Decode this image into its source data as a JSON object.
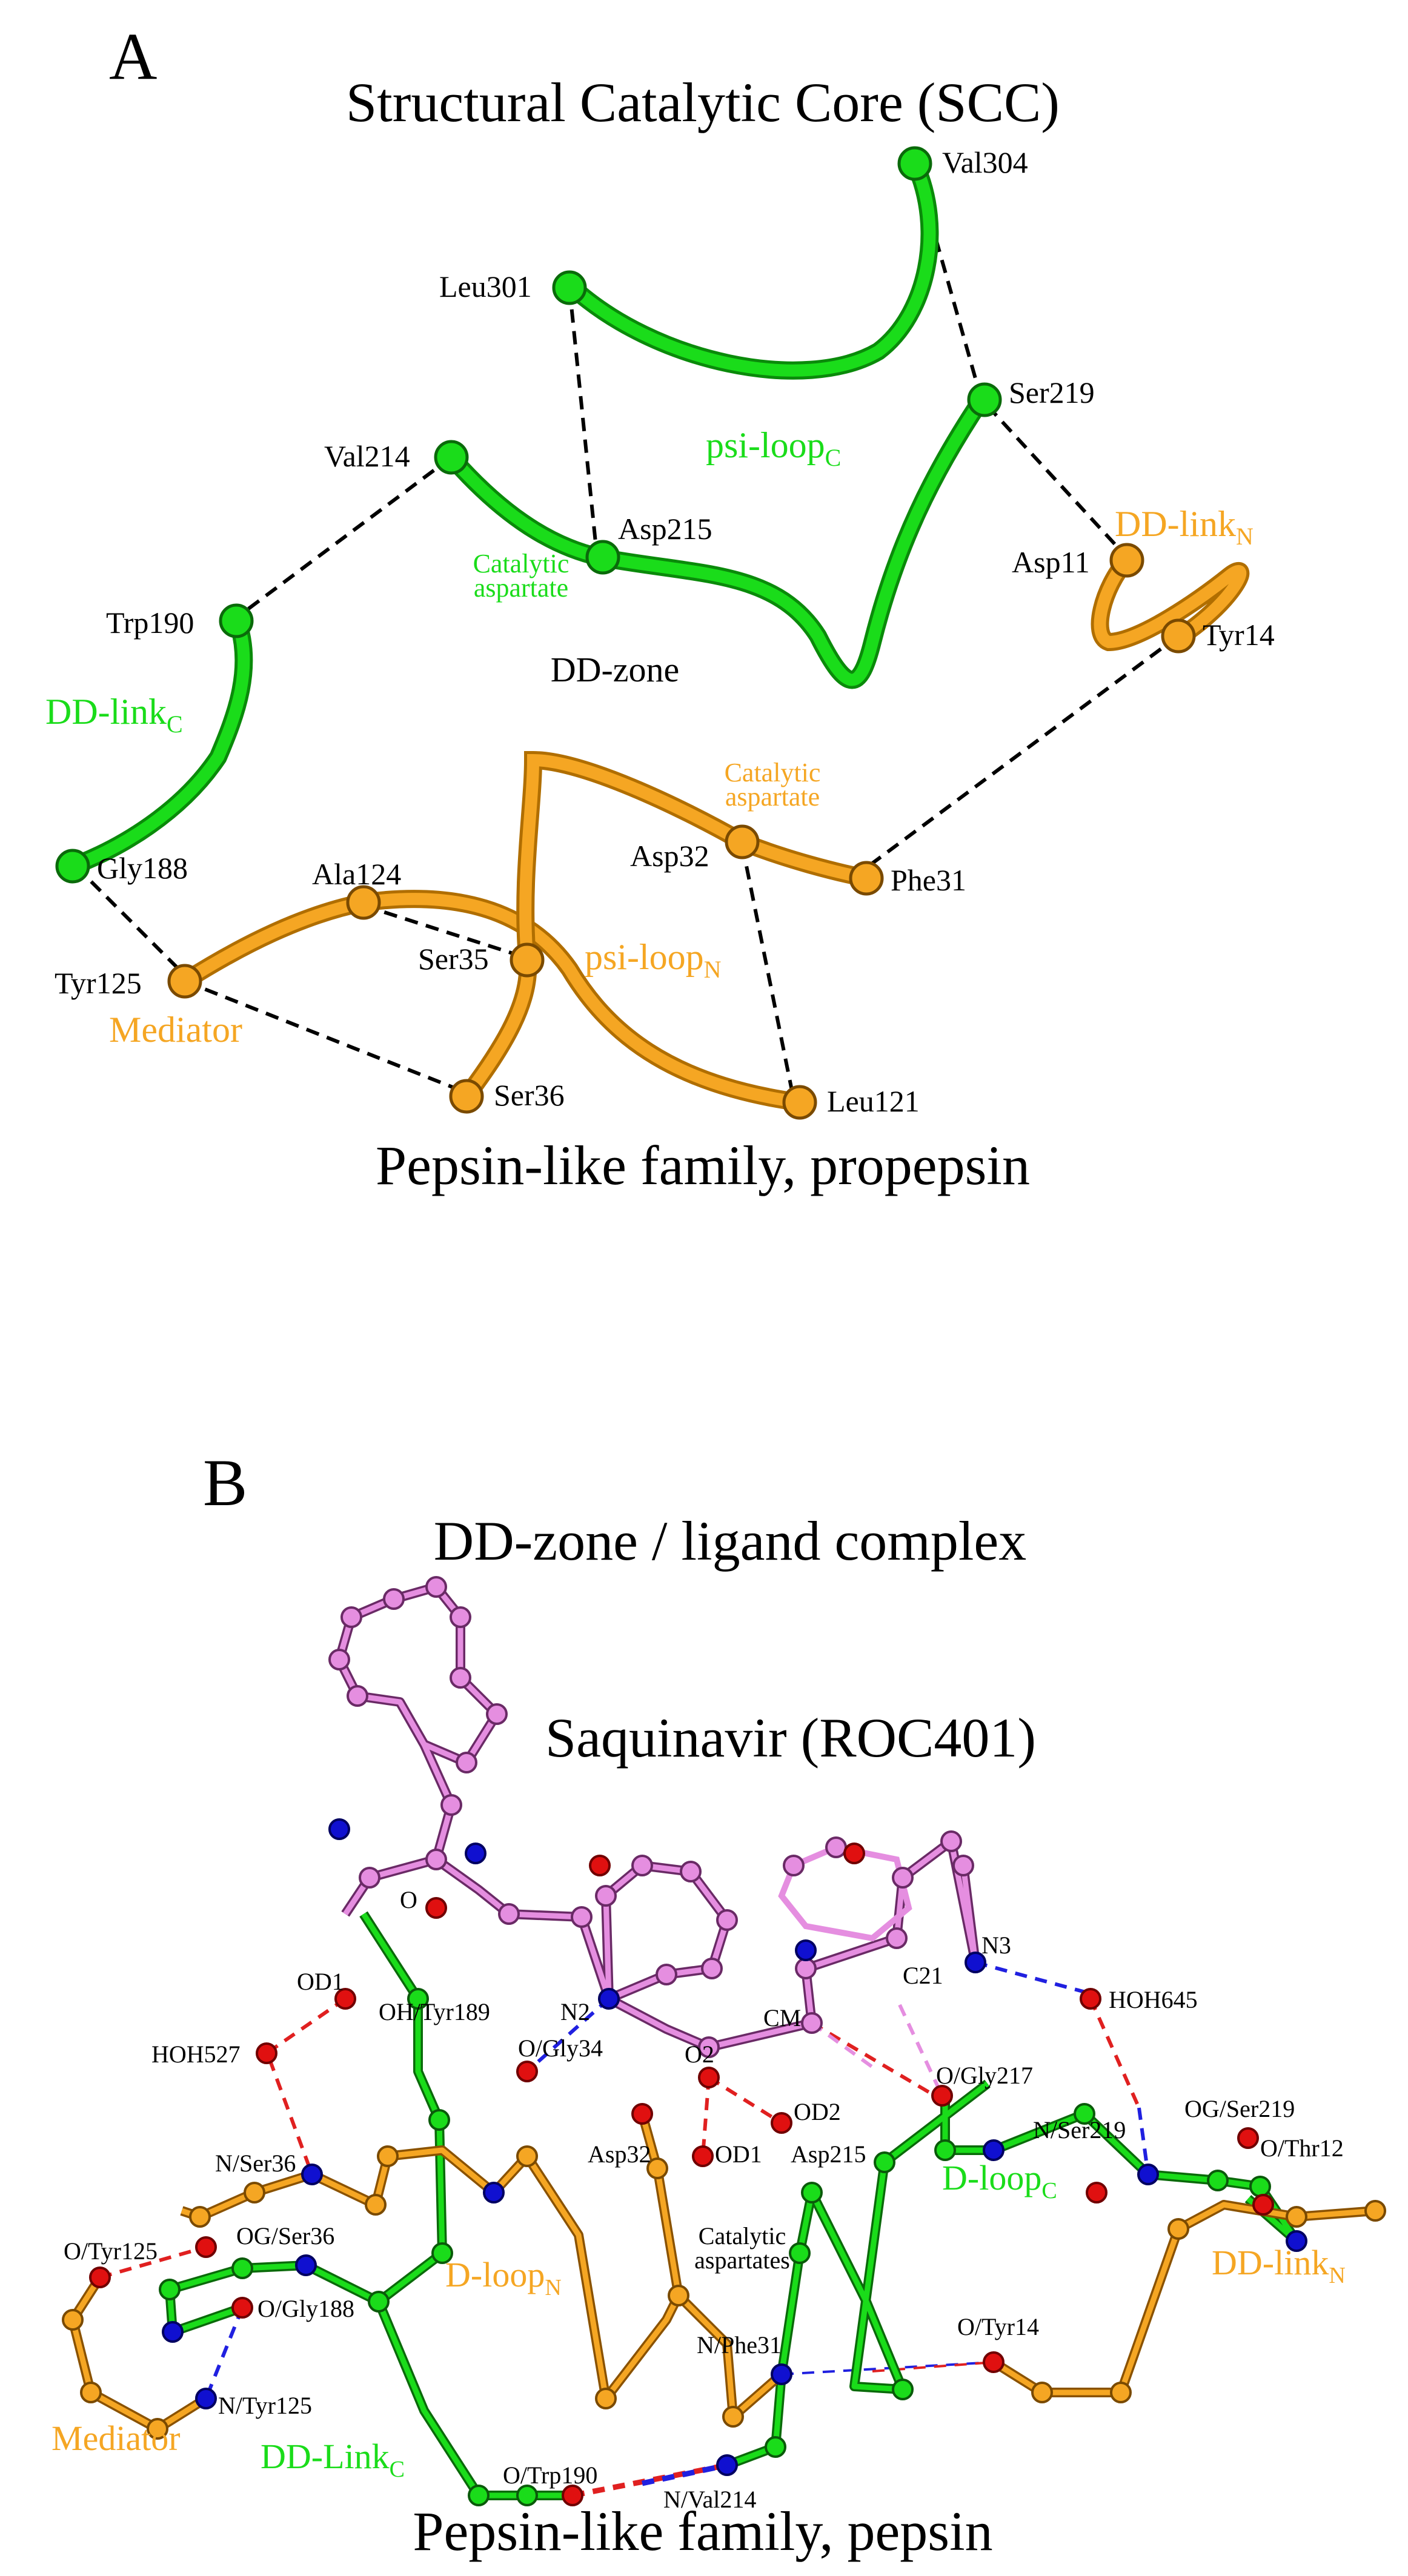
{
  "panel_a": {
    "letter": "A",
    "title": "Structural Catalytic Core (SCC)",
    "subtitle": "Pepsin-like family, propepsin",
    "center_label": "DD-zone",
    "region_labels": {
      "psi_loop_c": "psi-loop",
      "psi_loop_c_sub": "C",
      "psi_loop_n": "psi-loop",
      "psi_loop_n_sub": "N",
      "dd_link_n": "DD-link",
      "dd_link_n_sub": "N",
      "dd_link_c": "DD-link",
      "dd_link_c_sub": "C",
      "mediator": "Mediator",
      "catalytic_green_1": "Catalytic",
      "catalytic_green_2": "aspartate",
      "catalytic_orange_1": "Catalytic",
      "catalytic_orange_2": "aspartate"
    },
    "residues": {
      "val304": "Val304",
      "leu301": "Leu301",
      "ser219": "Ser219",
      "val214": "Val214",
      "asp215": "Asp215",
      "asp11": "Asp11",
      "tyr14": "Tyr14",
      "trp190": "Trp190",
      "gly188": "Gly188",
      "ala124": "Ala124",
      "asp32": "Asp32",
      "phe31": "Phe31",
      "tyr125": "Tyr125",
      "ser35": "Ser35",
      "ser36": "Ser36",
      "leu121": "Leu121"
    }
  },
  "panel_b": {
    "letter": "B",
    "title": "DD-zone / ligand complex",
    "ligand_name": "Saquinavir (ROC401)",
    "subtitle": "Pepsin-like family, pepsin",
    "region_labels": {
      "d_loop_n": "D-loop",
      "d_loop_n_sub": "N",
      "d_loop_c": "D-loop",
      "d_loop_c_sub": "C",
      "dd_link_n": "DD-link",
      "dd_link_n_sub": "N",
      "dd_link_c": "DD-Link",
      "dd_link_c_sub": "C",
      "mediator": "Mediator",
      "catalytic_1": "Catalytic",
      "catalytic_2": "aspartates"
    },
    "atoms": {
      "o": "O",
      "od1_lig": "OD1",
      "oh_tyr189": "OH/Tyr189",
      "n2": "N2",
      "hoh527": "HOH527",
      "o_gly34": "O/Gly34",
      "o2": "O2",
      "cm": "CM",
      "c21": "C21",
      "n3": "N3",
      "hoh645": "HOH645",
      "od2": "OD2",
      "od1": "OD1",
      "asp32": "Asp32",
      "asp215": "Asp215",
      "o_gly217": "O/Gly217",
      "n_ser219": "N/Ser219",
      "og_ser219": "OG/Ser219",
      "o_thr12": "O/Thr12",
      "n_ser36": "N/Ser36",
      "og_ser36": "OG/Ser36",
      "o_tyr125": "O/Tyr125",
      "o_gly188": "O/Gly188",
      "n_tyr125": "N/Tyr125",
      "n_phe31": "N/Phe31",
      "o_tyr14": "O/Tyr14",
      "o_trp190": "O/Trp190",
      "n_val214": "N/Val214"
    }
  },
  "colors": {
    "green": "#1adc1a",
    "green_dark": "#0a8a0a",
    "orange": "#f5a623",
    "orange_dark": "#b06e00",
    "pink": "#e58ee0",
    "pink_dark": "#6a2a66",
    "oxygen": "#e01010",
    "nitrogen": "#1010d0"
  }
}
